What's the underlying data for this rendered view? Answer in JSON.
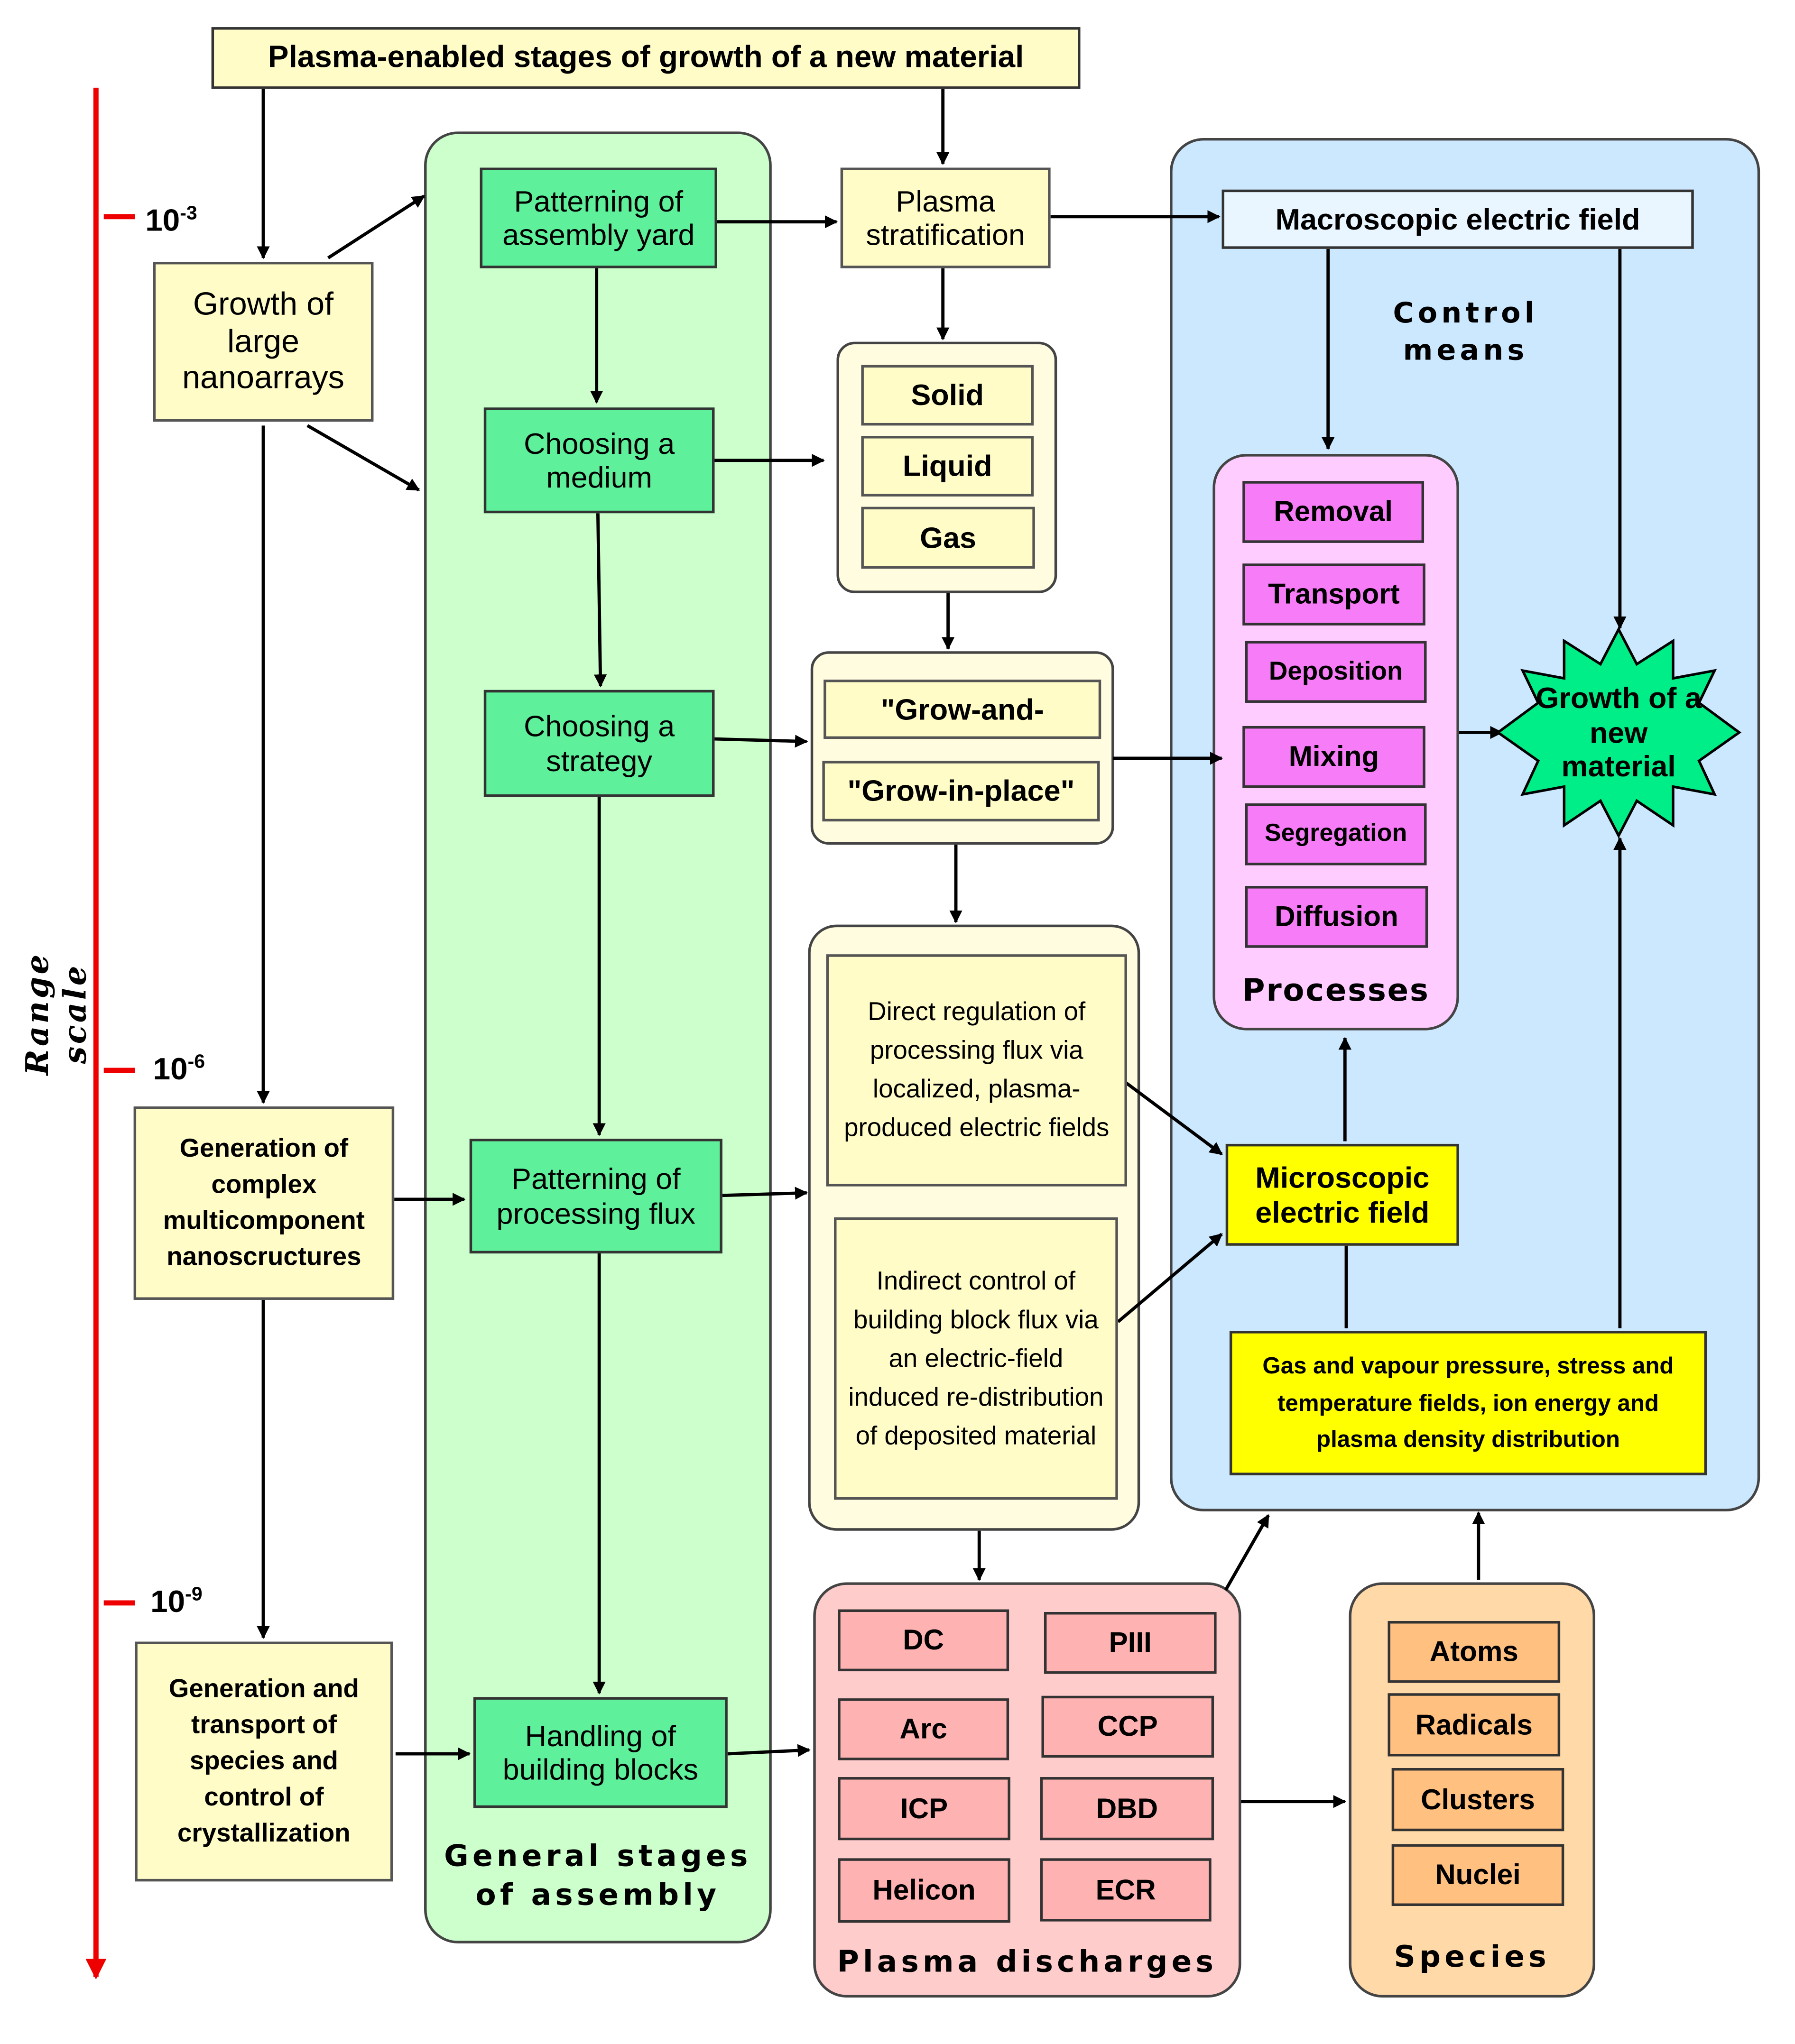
{
  "header": {
    "title": "Plasma-enabled stages of growth of a new material"
  },
  "range_scale": {
    "label": "Range scale",
    "ticks": [
      {
        "base": "10",
        "exp": "-3"
      },
      {
        "base": "10",
        "exp": "-6"
      },
      {
        "base": "10",
        "exp": "-9"
      }
    ]
  },
  "left_column": {
    "growth_large": "Growth of large nanoarrays",
    "generation_complex": "Generation of complex multicomponent nanoscructures",
    "generation_transport": "Generation and transport of species and control of crystallization"
  },
  "assembly": {
    "title": "General stages of assembly",
    "patterning_yard": "Patterning of assembly yard",
    "choosing_medium": "Choosing a medium",
    "choosing_strategy": "Choosing a strategy",
    "patterning_flux": "Patterning of processing flux",
    "handling_blocks": "Handling of building blocks"
  },
  "plasma_stratification": "Plasma stratification",
  "media": {
    "solid": "Solid",
    "liquid": "Liquid",
    "gas": "Gas"
  },
  "strategy": {
    "grow_and": "\"Grow-and-",
    "grow_in_place": "\"Grow-in-place\""
  },
  "regulation": {
    "direct": "Direct regulation of processing flux via localized, plasma-produced electric fields",
    "indirect": "Indirect control of building block flux via an electric-field induced re-distribution of deposited material"
  },
  "control": {
    "title": "Control means",
    "macroscopic": "Macroscopic electric field",
    "microscopic": "Microscopic electric field",
    "fields": "Gas and vapour pressure, stress and temperature fields, ion energy and plasma density distribution",
    "growth": "Growth of a new material"
  },
  "processes": {
    "title": "Processes",
    "items": [
      "Removal",
      "Transport",
      "Deposition",
      "Mixing",
      "Segregation",
      "Diffusion"
    ]
  },
  "plasma_discharges": {
    "title": "Plasma discharges",
    "items": [
      "DC",
      "PIII",
      "Arc",
      "CCP",
      "ICP",
      "DBD",
      "Helicon",
      "ECR"
    ]
  },
  "species": {
    "title": "Species",
    "items": [
      "Atoms",
      "Radicals",
      "Clusters",
      "Nuclei"
    ]
  },
  "colors": {
    "cream": "#fffcc8",
    "green_panel": "#ccffcc",
    "green_box": "#5ef09a",
    "blue_panel": "#cce8ff",
    "pink_panel": "#ffccff",
    "pink_box": "#f77cf7",
    "red_panel": "#ffcccc",
    "red_box": "#ffb2b2",
    "orange_panel": "#ffd9a8",
    "orange_box": "#ffc080",
    "yellow": "#ffff00",
    "star": "#00ee88",
    "axis": "#ee0000"
  }
}
